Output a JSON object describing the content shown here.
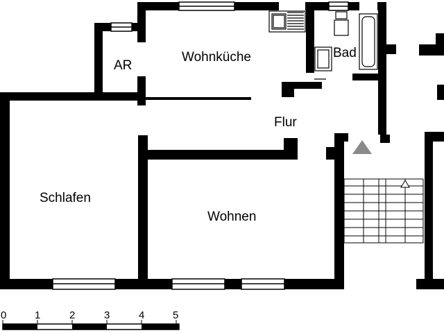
{
  "rooms": {
    "ar": "AR",
    "wohnkueche": "Wohnküche",
    "bad": "Bad",
    "flur": "Flur",
    "schlafen": "Schlafen",
    "wohnen": "Wohnen"
  },
  "scale": {
    "ticks": [
      "0",
      "1",
      "2",
      "3",
      "4",
      "5"
    ]
  },
  "colors": {
    "wall": "#000000",
    "background": "#ffffff",
    "stair_marker": "#8a8a8a"
  },
  "icons": {
    "stair_direction": "triangle-up-icon",
    "stair_arrow": "small-triangle-icon"
  }
}
